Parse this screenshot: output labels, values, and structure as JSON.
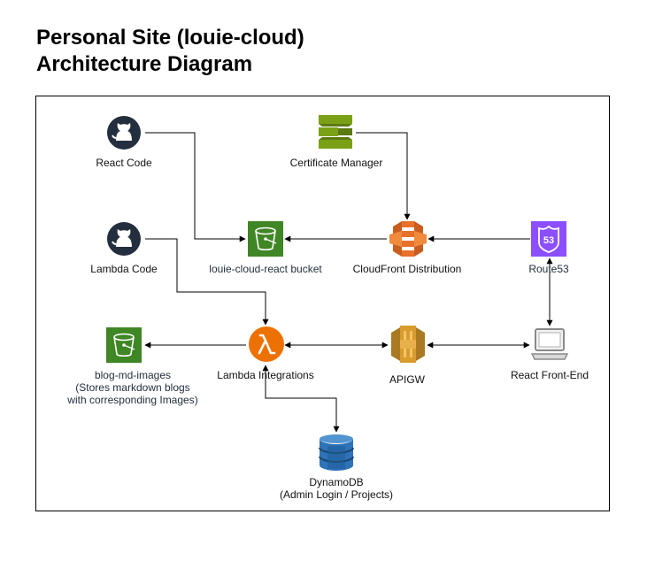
{
  "title": {
    "line1": "Personal Site (louie-cloud)",
    "line2": "Architecture Diagram"
  },
  "nodes": {
    "react_code": {
      "label": "React Code",
      "icon": "github-icon"
    },
    "lambda_code": {
      "label": "Lambda Code",
      "icon": "github-icon"
    },
    "certificate_manager": {
      "label": "Certificate Manager",
      "icon": "certificate-manager-icon"
    },
    "s3_react_bucket": {
      "label": "louie-cloud-react bucket",
      "icon": "s3-bucket-icon"
    },
    "cloudfront": {
      "label": "CloudFront Distribution",
      "icon": "cloudfront-icon"
    },
    "route53": {
      "label": "Route53",
      "icon": "route53-icon"
    },
    "blog_bucket": {
      "line1": "blog-md-images",
      "line2": "(Stores markdown blogs",
      "line3": "with corresponding Images)",
      "icon": "s3-bucket-icon"
    },
    "lambda": {
      "label": "Lambda Integrations",
      "icon": "lambda-icon"
    },
    "apigw": {
      "label": "APIGW",
      "icon": "api-gateway-icon"
    },
    "frontend": {
      "label": "React Front-End",
      "icon": "laptop-icon"
    },
    "dynamodb": {
      "line1": "DynamoDB",
      "line2": "(Admin Login / Projects)",
      "icon": "dynamodb-icon"
    }
  },
  "colors": {
    "s3_green": "#3f8624",
    "cert_green": "#7aa116",
    "cloudfront_orange": "#e7702a",
    "route53_purple": "#8c4fff",
    "lambda_orange": "#ed7100",
    "apigw_orange": "#d99b2b",
    "dynamodb_blue": "#2e73b8",
    "github_navy": "#232f3e"
  }
}
